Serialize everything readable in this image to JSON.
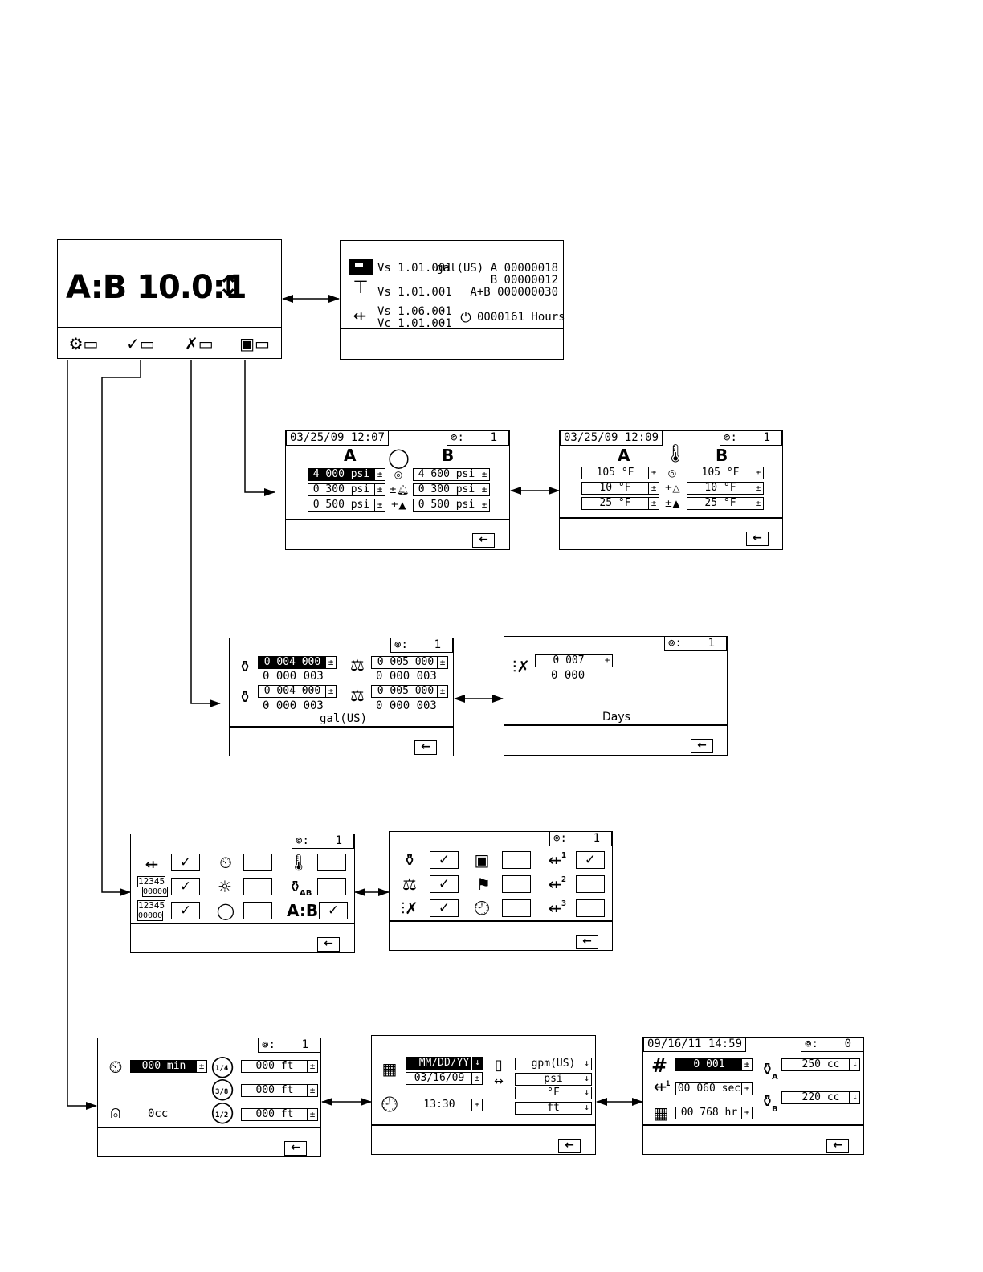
{
  "home": {
    "ratio": "A:B 10.0:1"
  },
  "version": {
    "vs1": "Vs 1.01.001",
    "vs2": "Vs 1.01.001",
    "vs3": "Vs 1.06.001",
    "vc": "Vc 1.01.001",
    "totals_a": "gal(US) A 00000018",
    "totals_b": "B 00000012",
    "totals_ab": "A+B 000000030",
    "hours": "0000161 Hours"
  },
  "pressure": {
    "datetime": "03/25/09 12:07",
    "recipe_label": ":",
    "recipe": "1",
    "col_a": "A",
    "col_b": "B",
    "a_values": [
      "4 000 psi",
      "0 300 psi",
      "0 500 psi"
    ],
    "b_values": [
      "4 600 psi",
      "0 300 psi",
      "0 500 psi"
    ],
    "tol_label": "±"
  },
  "temperature": {
    "datetime": "03/25/09 12:09",
    "recipe_label": ":",
    "recipe": "1",
    "col_a": "A",
    "col_b": "B",
    "a_values": [
      "105 °F",
      "10 °F",
      "25 °F"
    ],
    "b_values": [
      "105 °F",
      "10 °F",
      "25 °F"
    ],
    "tol_label": "±"
  },
  "maintenance": {
    "recipe_label": ":",
    "recipe": "1",
    "a_pump": "0 004 000",
    "a_pump_count": "0 000 003",
    "a_valve": "0 005 000",
    "a_valve_count": "0 000 003",
    "b_pump": "0 004 000",
    "b_pump_count": "0 000 003",
    "b_valve": "0 005 000",
    "b_valve_count": "0 000 003",
    "units": "gal(US)"
  },
  "filter": {
    "recipe_label": ":",
    "recipe": "1",
    "value": "0 007",
    "count": "0 000",
    "units": "Days"
  },
  "enable1": {
    "recipe_label": ":",
    "recipe": "1",
    "code_1": "12345",
    "code_1b": "00000",
    "code_2": "12345",
    "code_2b": "00000",
    "ab_label": "A:B",
    "ab_sub": "AB"
  },
  "enable2": {
    "recipe_label": ":",
    "recipe": "1",
    "usb1": "1",
    "usb2": "2",
    "usb3": "3"
  },
  "setup1": {
    "recipe_label": ":",
    "recipe": "1",
    "time": "000 min",
    "volume": "0cc",
    "hose_1_4": "000 ft",
    "hose_3_8": "000 ft",
    "hose_1_2": "000 ft",
    "frac_1_4": "1/4",
    "frac_3_8": "3/8",
    "frac_1_2": "1/2"
  },
  "setup2": {
    "date_format": "MM/DD/YY",
    "date": "03/16/09",
    "time": "13:30",
    "flow_units": "gpm(US)",
    "pressure_units": "psi",
    "temp_units": "°F",
    "length_units": "ft"
  },
  "setup3": {
    "datetime": "09/16/11 14:59",
    "recipe_label": ":",
    "recipe": "0",
    "count": "0 001",
    "sec": "00 060 sec",
    "hr": "00 768 hr",
    "vol_a": "250 cc",
    "vol_b": "220 cc",
    "sub_a": "A",
    "sub_b": "B",
    "usb_n": "1"
  }
}
